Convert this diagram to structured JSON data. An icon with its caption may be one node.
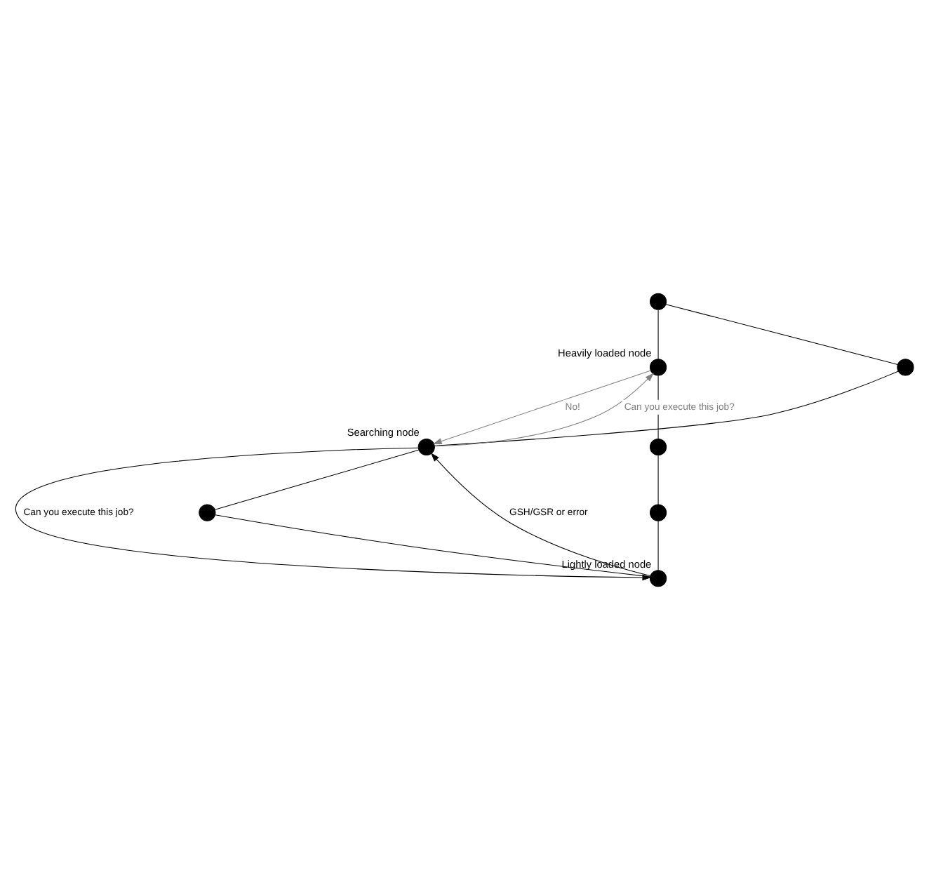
{
  "diagram": {
    "nodes": [
      {
        "text": [],
        "shape": "circle"
      },
      {
        "text": [],
        "shape": "circle"
      },
      {
        "text": [
          "Heavily loaded node"
        ]
      },
      {
        "text": [
          "Searching node"
        ]
      },
      {
        "text": [],
        "shape": "circle"
      },
      {
        "text": [],
        "shape": "circle"
      },
      {
        "text": [],
        "shape": "circle"
      },
      {
        "text": [
          "Lightly loaded node"
        ]
      }
    ],
    "edges": [
      {
        "from": 0,
        "to": 2,
        "arrow": "none"
      },
      {
        "from": 2,
        "to": 4,
        "arrow": "none"
      },
      {
        "from": 4,
        "to": 5,
        "arrow": "none"
      },
      {
        "from": 5,
        "to": 7,
        "arrow": "none"
      },
      {
        "from": 7,
        "to": 6,
        "arrow": "none"
      },
      {
        "from": 6,
        "to": 3,
        "arrow": "none"
      },
      {
        "from": 3,
        "to": 1,
        "arrow": "none"
      },
      {
        "from": 1,
        "to": 0,
        "arrow": "none"
      },
      {
        "from": 3,
        "to": 2,
        "arrow": "to",
        "label": "Can you execute this job?",
        "color": "#808080"
      },
      {
        "from": 2,
        "to": 3,
        "arrow": "to",
        "label": "No!",
        "color": "#808080"
      },
      {
        "from": 3,
        "to": 7,
        "arrow": "to",
        "label": "Can you execute this job?"
      },
      {
        "from": 7,
        "to": 3,
        "arrow": "to",
        "label": "GSH/GSR or error"
      }
    ]
  }
}
